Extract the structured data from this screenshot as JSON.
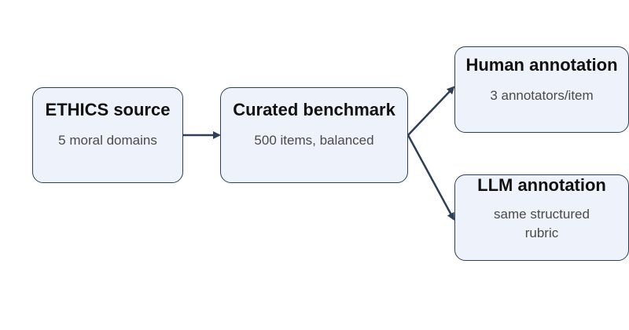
{
  "nodes": {
    "ethics": {
      "title": "ETHICS source",
      "subtitle": "5 moral domains"
    },
    "bench": {
      "title": "Curated benchmark",
      "subtitle": "500 items, balanced"
    },
    "human": {
      "title": "Human annotation",
      "subtitle": "3 annotators/item"
    },
    "llm": {
      "title": "LLM annotation",
      "subtitle": "same structured rubric"
    }
  },
  "colors": {
    "node_fill": "#eef3fb",
    "node_border": "#2f3f55",
    "arrow": "#2f3f55"
  }
}
